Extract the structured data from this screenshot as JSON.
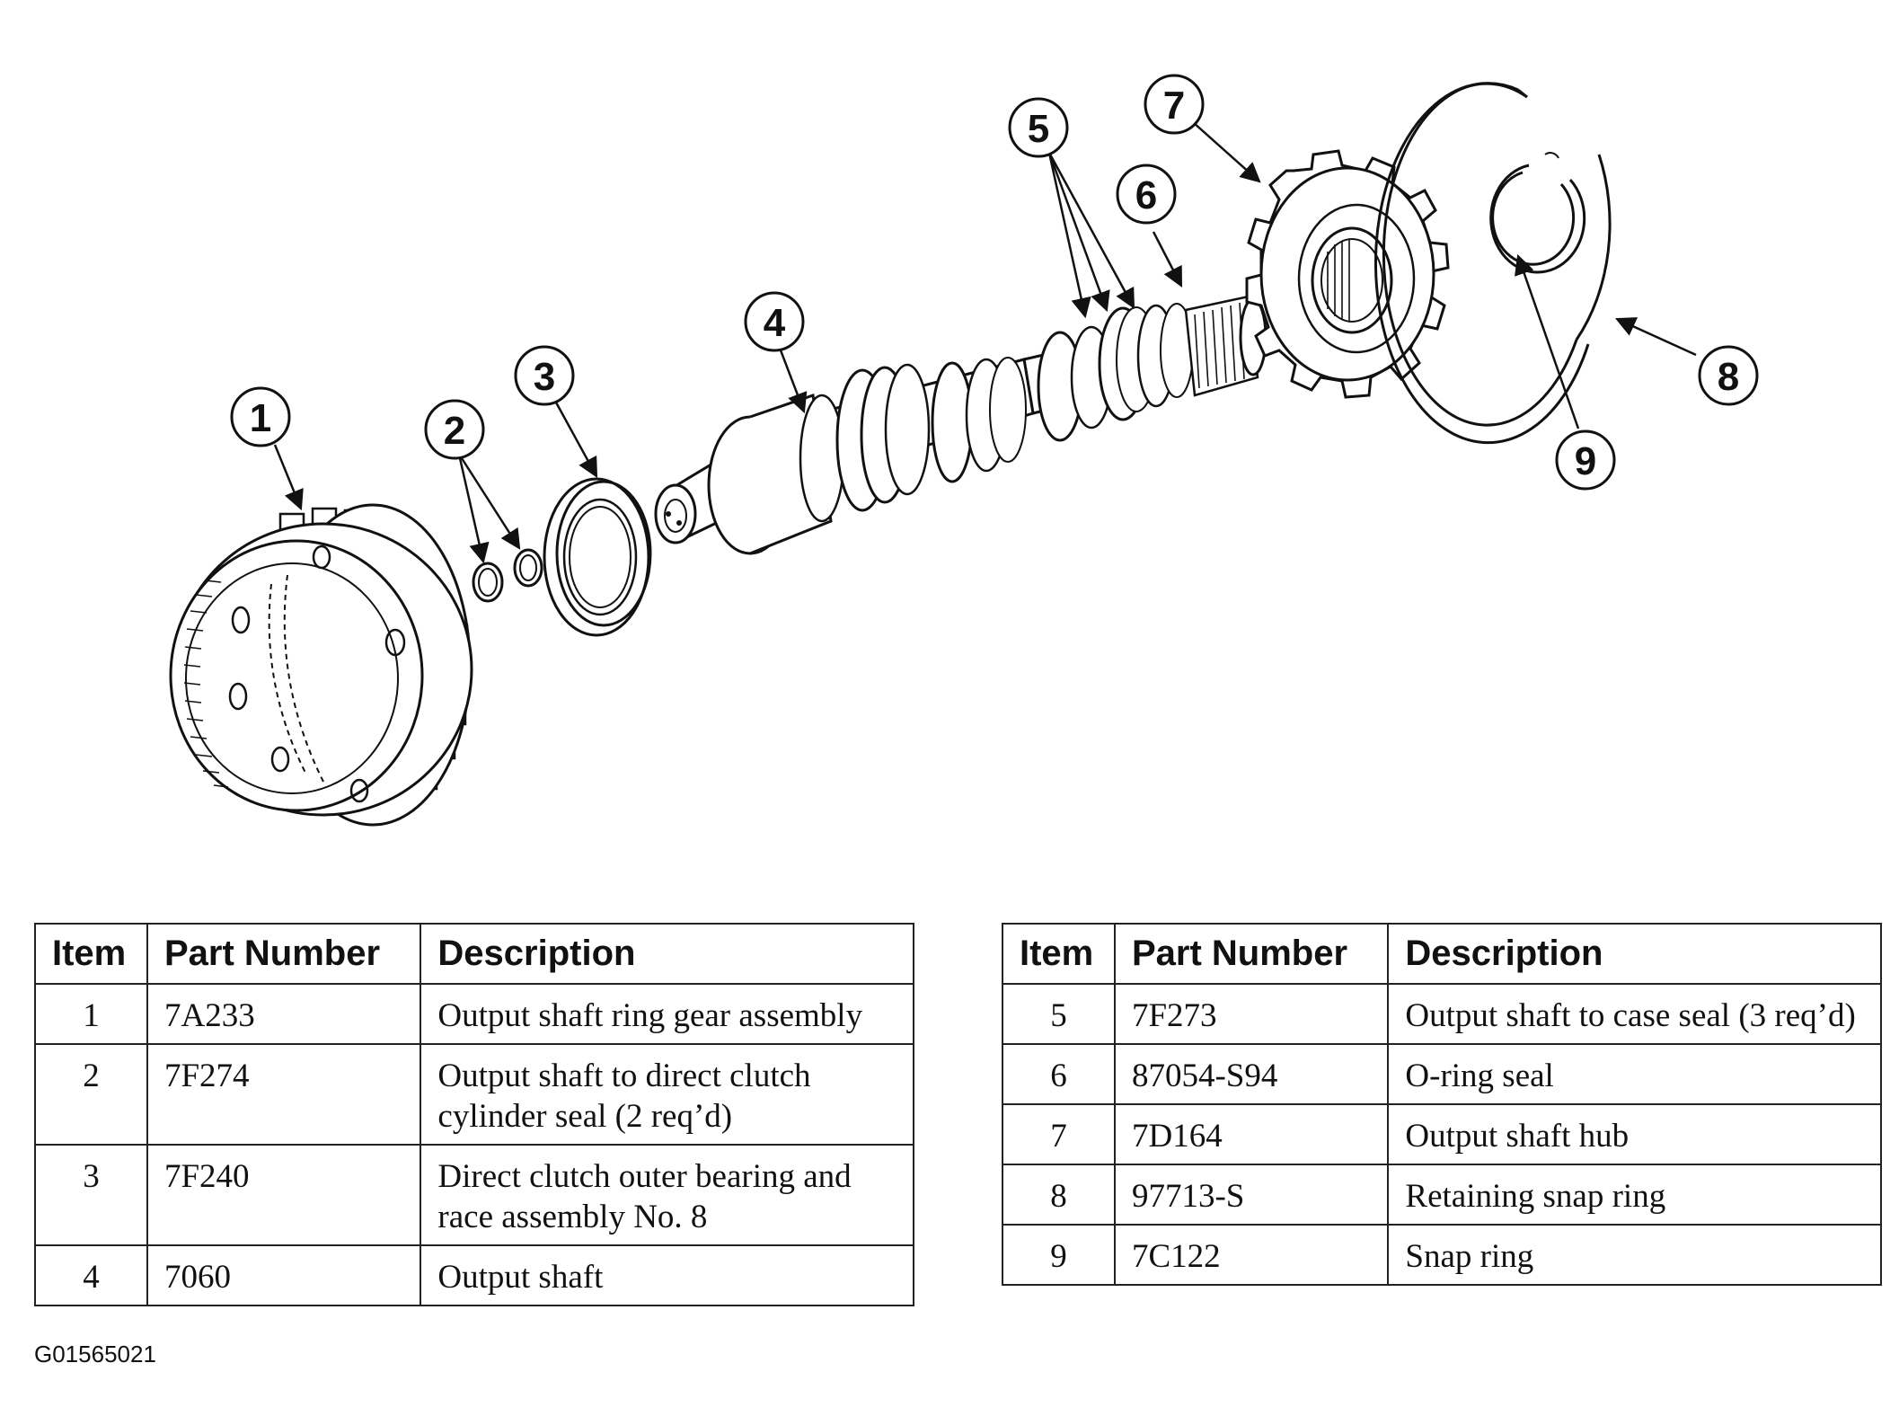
{
  "diagram": {
    "callouts": [
      {
        "id": "1",
        "label": "1"
      },
      {
        "id": "2",
        "label": "2"
      },
      {
        "id": "3",
        "label": "3"
      },
      {
        "id": "4",
        "label": "4"
      },
      {
        "id": "5",
        "label": "5"
      },
      {
        "id": "6",
        "label": "6"
      },
      {
        "id": "7",
        "label": "7"
      },
      {
        "id": "8",
        "label": "8"
      },
      {
        "id": "9",
        "label": "9"
      }
    ]
  },
  "table_headers": {
    "item": "Item",
    "part_number": "Part Number",
    "description": "Description"
  },
  "parts_left": [
    {
      "item": "1",
      "part_number": "7A233",
      "description": "Output shaft ring gear assembly"
    },
    {
      "item": "2",
      "part_number": "7F274",
      "description": "Output shaft to direct clutch cylinder seal (2 req’d)"
    },
    {
      "item": "3",
      "part_number": "7F240",
      "description": "Direct clutch outer bearing and race assembly No. 8"
    },
    {
      "item": "4",
      "part_number": "7060",
      "description": "Output shaft"
    }
  ],
  "parts_right": [
    {
      "item": "5",
      "part_number": "7F273",
      "description": "Output shaft to case seal (3 req’d)"
    },
    {
      "item": "6",
      "part_number": "87054-S94",
      "description": "O-ring seal"
    },
    {
      "item": "7",
      "part_number": "7D164",
      "description": "Output shaft hub"
    },
    {
      "item": "8",
      "part_number": "97713-S",
      "description": "Retaining snap ring"
    },
    {
      "item": "9",
      "part_number": "7C122",
      "description": "Snap ring"
    }
  ],
  "figure_id": "G01565021"
}
